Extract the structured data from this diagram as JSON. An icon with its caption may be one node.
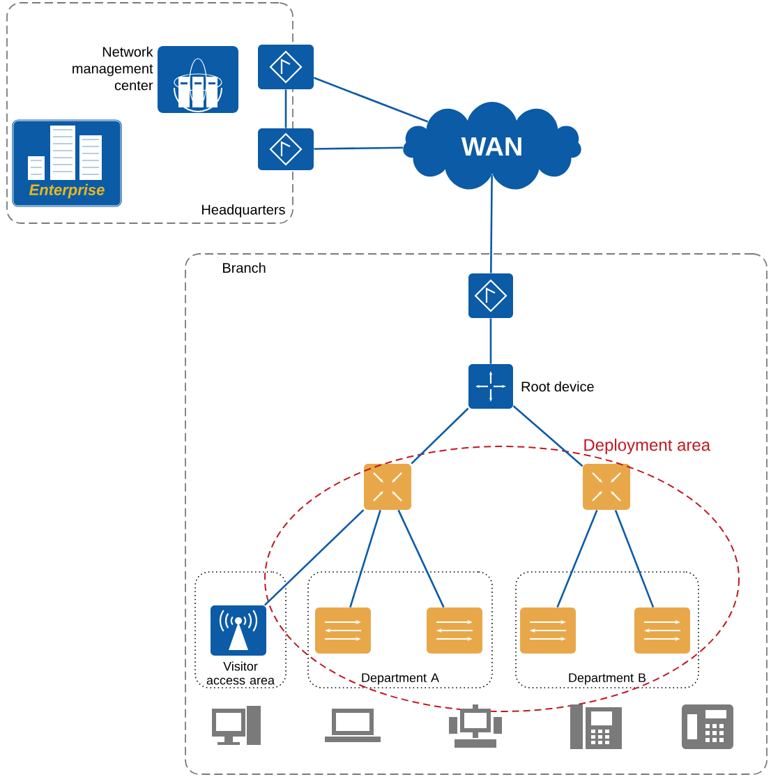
{
  "diagram": {
    "nodes": [
      {
        "text": [
          "Headquarters"
        ]
      },
      {
        "text": [
          "Network management center"
        ],
        "in": 0
      },
      {
        "text": [
          "Enterprise"
        ],
        "in": 0
      },
      {
        "text": [],
        "shape": "box"
      },
      {
        "text": [],
        "shape": "box"
      },
      {
        "text": [
          "WAN"
        ]
      },
      {
        "text": [
          "Branch"
        ]
      },
      {
        "text": [],
        "shape": "box",
        "in": 6
      },
      {
        "text": [],
        "shape": "box",
        "in": 6,
        "beside": [
          "Root device"
        ]
      },
      {
        "text": [],
        "shape": "box",
        "in": 6
      },
      {
        "text": [],
        "shape": "box",
        "in": 6
      },
      {
        "text": [
          "Visitor access area"
        ],
        "in": 6
      },
      {
        "text": [],
        "shape": "box",
        "in": 11
      },
      {
        "text": [
          "Department A"
        ],
        "in": 6
      },
      {
        "text": [],
        "shape": "box",
        "in": 13
      },
      {
        "text": [],
        "shape": "box",
        "in": 13
      },
      {
        "text": [
          "Department B"
        ],
        "in": 6
      },
      {
        "text": [],
        "shape": "box",
        "in": 16
      },
      {
        "text": [],
        "shape": "box",
        "in": 16
      }
    ],
    "edges": [
      {
        "from": 3,
        "to": 4,
        "arrow": "none"
      },
      {
        "from": 3,
        "to": 5,
        "arrow": "none"
      },
      {
        "from": 4,
        "to": 5,
        "arrow": "none"
      },
      {
        "from": 5,
        "to": 7,
        "arrow": "none"
      },
      {
        "from": 7,
        "to": 8,
        "arrow": "none"
      },
      {
        "from": 8,
        "to": 9,
        "arrow": "none"
      },
      {
        "from": 8,
        "to": 10,
        "arrow": "none"
      },
      {
        "from": 9,
        "to": 12,
        "arrow": "none"
      },
      {
        "from": 9,
        "to": 14,
        "arrow": "none"
      },
      {
        "from": 9,
        "to": 15,
        "arrow": "none"
      },
      {
        "from": 10,
        "to": 17,
        "arrow": "none"
      },
      {
        "from": 10,
        "to": 18,
        "arrow": "none"
      }
    ],
    "labels": [
      "Deployment area"
    ]
  }
}
